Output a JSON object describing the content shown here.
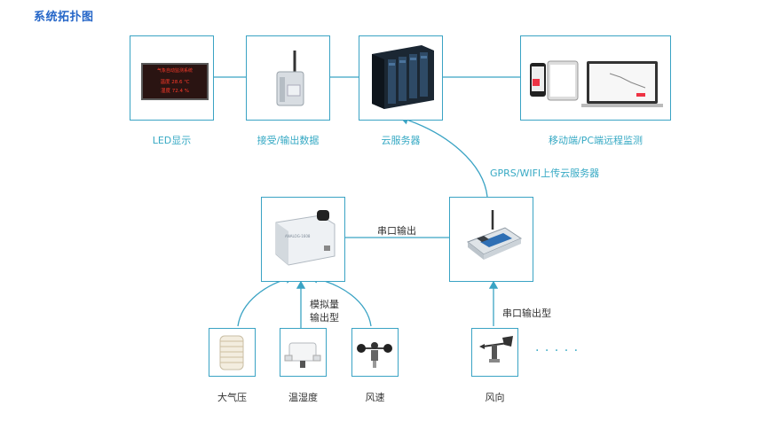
{
  "page_title": "系统拓扑图",
  "nodes": {
    "led": {
      "label": "LED显示",
      "screen_line1": "气象自动监测系统",
      "screen_line2": "温度  28.6 ℃",
      "screen_line3": "湿度  72.4 %"
    },
    "receiver": {
      "label": "接受/输出数据"
    },
    "cloud": {
      "label": "云服务器"
    },
    "monitor": {
      "label": "移动端/PC端远程监测"
    },
    "collector": {
      "label": "",
      "device_text": "ANALOG-1608"
    },
    "gateway": {
      "label": ""
    },
    "pressure": {
      "label": "大气压"
    },
    "humidity": {
      "label": "温湿度"
    },
    "windspeed": {
      "label": "风速"
    },
    "winddir": {
      "label": "风向"
    }
  },
  "edges": {
    "upload": "GPRS/WIFI上传云服务器",
    "serial_out": "串口输出",
    "analog_out_1": "模拟量",
    "analog_out_2": "输出型",
    "serial_type": "串口输出型",
    "ellipsis": "· · · · ·"
  },
  "colors": {
    "line": "#3aa3c4",
    "title": "#2566c8",
    "label": "#36a9c4"
  }
}
